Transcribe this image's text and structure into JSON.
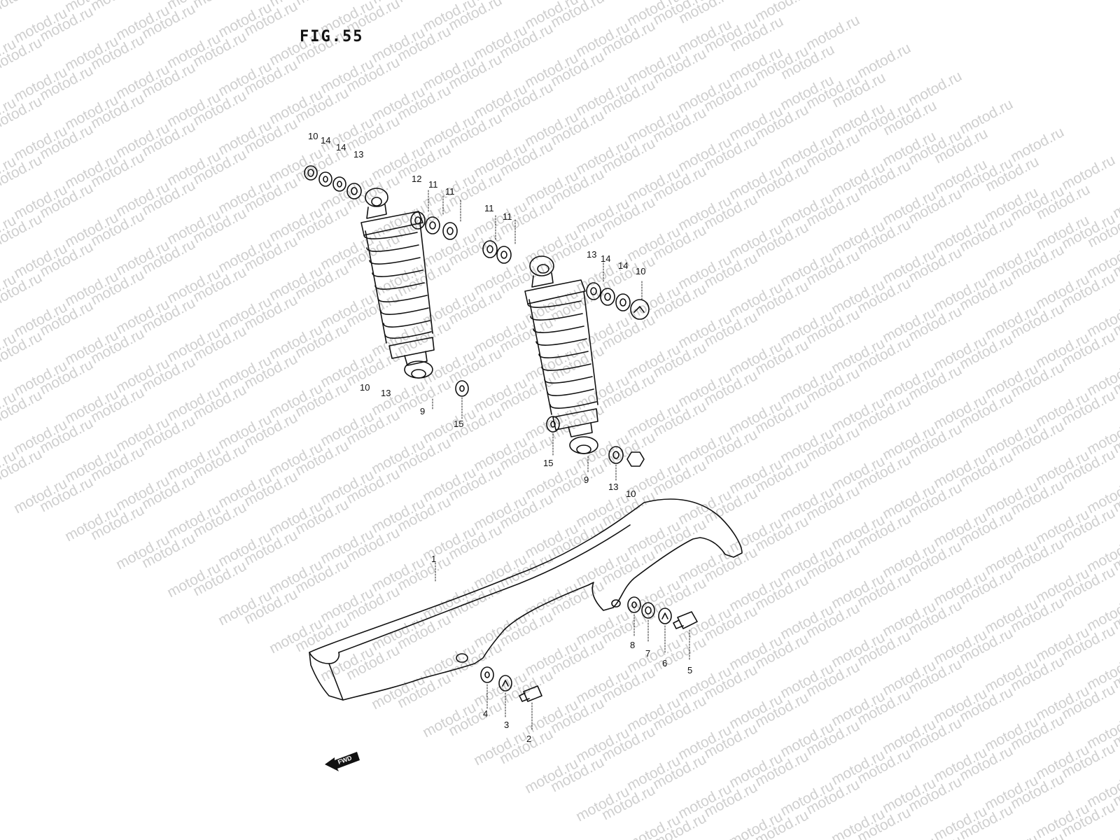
{
  "figure_label": "FIG.55",
  "watermark_text": "motod.ru",
  "front_marker_text": "FWD",
  "line_color": "#111111",
  "watermark_color": "#cfcfcf",
  "callouts": [
    {
      "id": "lbl-10-a",
      "text": "10"
    },
    {
      "id": "lbl-14-a",
      "text": "14"
    },
    {
      "id": "lbl-14-b",
      "text": "14"
    },
    {
      "id": "lbl-13-a",
      "text": "13"
    },
    {
      "id": "lbl-12",
      "text": "12"
    },
    {
      "id": "lbl-11-a",
      "text": "11"
    },
    {
      "id": "lbl-11-b",
      "text": "11"
    },
    {
      "id": "lbl-11-c",
      "text": "11"
    },
    {
      "id": "lbl-11-d",
      "text": "11"
    },
    {
      "id": "lbl-13-b",
      "text": "13"
    },
    {
      "id": "lbl-14-c",
      "text": "14"
    },
    {
      "id": "lbl-14-d",
      "text": "14"
    },
    {
      "id": "lbl-10-b",
      "text": "10"
    },
    {
      "id": "lbl-10-c",
      "text": "10"
    },
    {
      "id": "lbl-13-c",
      "text": "13"
    },
    {
      "id": "lbl-9-a",
      "text": "9"
    },
    {
      "id": "lbl-15-a",
      "text": "15"
    },
    {
      "id": "lbl-15-b",
      "text": "15"
    },
    {
      "id": "lbl-9-b",
      "text": "9"
    },
    {
      "id": "lbl-13-d",
      "text": "13"
    },
    {
      "id": "lbl-10-d",
      "text": "10"
    },
    {
      "id": "lbl-1",
      "text": "1"
    },
    {
      "id": "lbl-8",
      "text": "8"
    },
    {
      "id": "lbl-7",
      "text": "7"
    },
    {
      "id": "lbl-6",
      "text": "6"
    },
    {
      "id": "lbl-5",
      "text": "5"
    },
    {
      "id": "lbl-4",
      "text": "4"
    },
    {
      "id": "lbl-3",
      "text": "3"
    },
    {
      "id": "lbl-2",
      "text": "2"
    }
  ]
}
